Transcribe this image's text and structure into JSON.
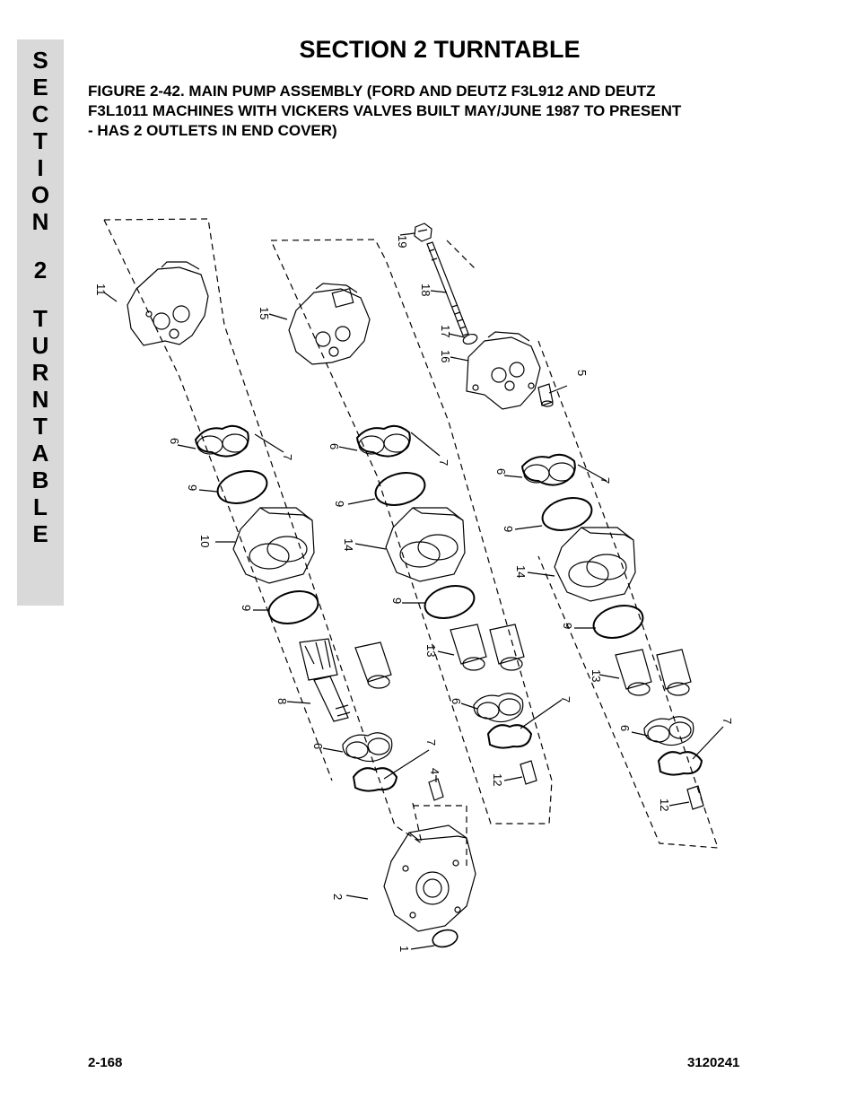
{
  "side_tab": {
    "letters": [
      "S",
      "E",
      "C",
      "T",
      "I",
      "O",
      "N",
      "",
      "2",
      "",
      "T",
      "U",
      "R",
      "N",
      "T",
      "A",
      "B",
      "L",
      "E"
    ]
  },
  "header": {
    "section_title": "SECTION 2  TURNTABLE"
  },
  "figure": {
    "caption_line1": "FIGURE 2-42.  MAIN PUMP ASSEMBLY (FORD AND DEUTZ F3L912 AND DEUTZ",
    "caption_line2": "F3L1011 MACHINES WITH VICKERS VALVES BUILT MAY/JUNE 1987 TO PRESENT",
    "caption_line3": "- HAS 2 OUTLETS IN END COVER)",
    "callouts": {
      "c19": "19",
      "c18": "18",
      "c17": "17",
      "c16": "16",
      "c5": "5",
      "c11": "11",
      "c15": "15",
      "c6a": "6",
      "c7a": "7",
      "c6b": "6",
      "c7b": "7",
      "c6c": "6",
      "c7c": "7",
      "c9a": "9",
      "c9b": "9",
      "c9c": "9",
      "c9d": "9",
      "c9e": "9",
      "c9f": "9",
      "c10": "10",
      "c14a": "14",
      "c14b": "14",
      "c13a": "13",
      "c13b": "13",
      "c8": "8",
      "c6d": "6",
      "c7d": "7",
      "c6e": "6",
      "c7e": "7",
      "c6f": "6",
      "c7f": "7",
      "c4": "4",
      "c12a": "12",
      "c12b": "12",
      "c2": "2",
      "c1": "1"
    }
  },
  "footer": {
    "page_number": "2-168",
    "document_number": "3120241"
  }
}
